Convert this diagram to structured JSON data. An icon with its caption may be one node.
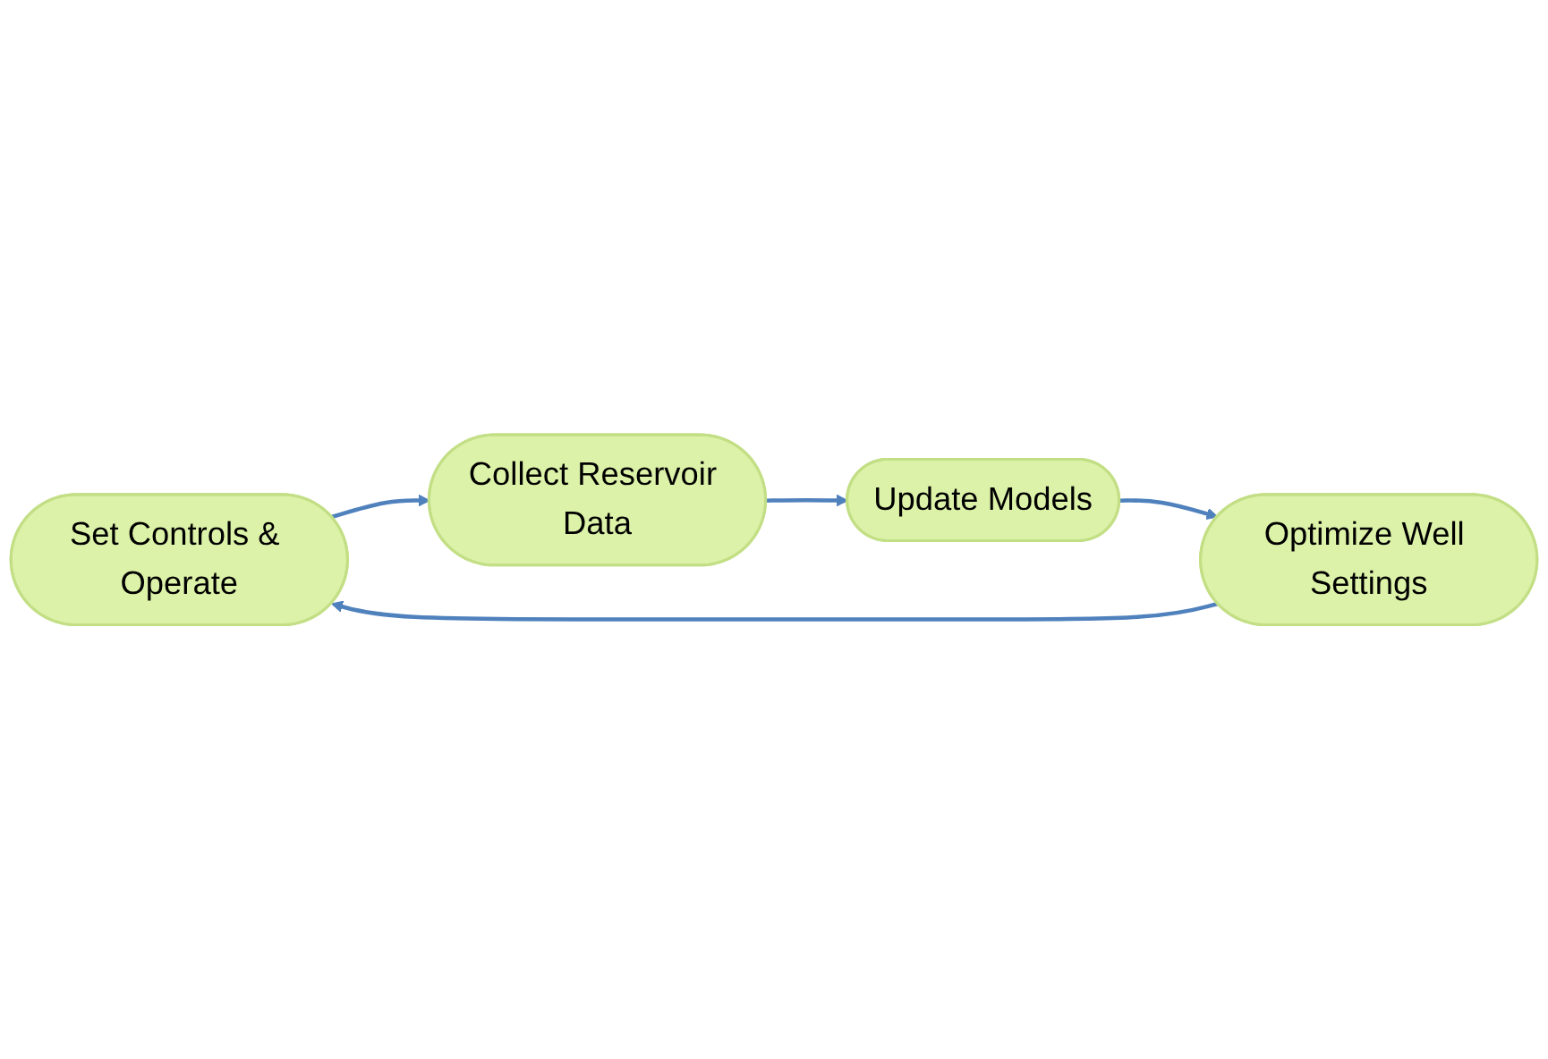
{
  "diagram": {
    "nodes": [
      {
        "text": [
          "Set Controls & Operate"
        ]
      },
      {
        "text": [
          "Collect Reservoir Data"
        ]
      },
      {
        "text": [
          "Update Models"
        ]
      },
      {
        "text": [
          "Optimize Well Settings"
        ]
      }
    ],
    "edges": [
      {
        "from": 0,
        "to": 1,
        "arrow": "to"
      },
      {
        "from": 1,
        "to": 2,
        "arrow": "to"
      },
      {
        "from": 2,
        "to": 3,
        "arrow": "to"
      },
      {
        "from": 3,
        "to": 0,
        "arrow": "to"
      }
    ]
  }
}
